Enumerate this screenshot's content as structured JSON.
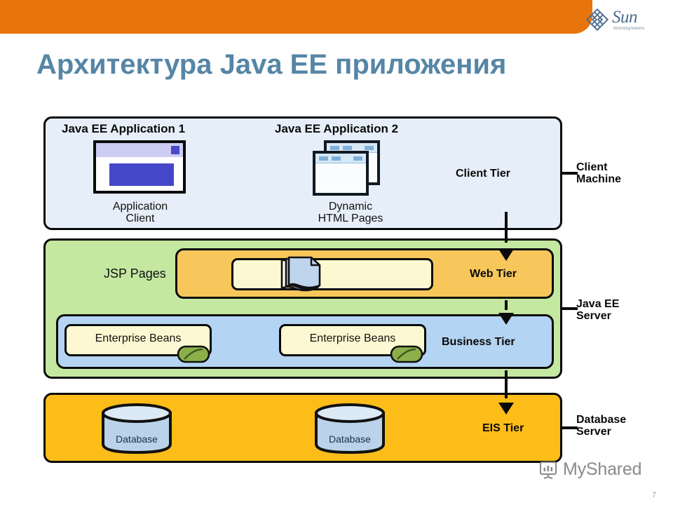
{
  "slide": {
    "title": "Архитектура Java EE приложения",
    "page_number": "7",
    "accent_orange": "#E8740C",
    "title_color": "#5686A6"
  },
  "brand": {
    "name": "Sun",
    "tagline": "microsystems",
    "logo_icon": "sun-logo-icon",
    "logo_color": "#4E6C91"
  },
  "diagram": {
    "applications": [
      {
        "heading": "Java EE Application 1"
      },
      {
        "heading": "Java EE Application 2"
      }
    ],
    "client_components": [
      {
        "icon": "application-window-icon",
        "caption": "Application\nClient"
      },
      {
        "icon": "browser-windows-icon",
        "caption": "Dynamic\nHTML Pages"
      }
    ],
    "tiers": [
      {
        "name": "Client Tier",
        "color": "#E6EFF9"
      },
      {
        "name": "Web Tier",
        "color": "#F7C75B"
      },
      {
        "name": "Business Tier",
        "color": "#B3D4F2"
      },
      {
        "name": "EIS Tier",
        "color": "#FDBD19"
      }
    ],
    "web_tier_component": {
      "label": "JSP Pages",
      "icon": "pages-stack-icon"
    },
    "business_components": [
      {
        "label": "Enterprise Beans",
        "icon": "coffee-bean-icon"
      },
      {
        "label": "Enterprise Beans",
        "icon": "coffee-bean-icon"
      }
    ],
    "eis_components": [
      {
        "label": "Database",
        "icon": "database-cylinder-icon"
      },
      {
        "label": "Database",
        "icon": "database-cylinder-icon"
      }
    ],
    "machines": [
      {
        "label": "Client\nMachine"
      },
      {
        "label": "Java EE\nServer"
      },
      {
        "label": "Database\nServer"
      }
    ],
    "server_container_color": "#C4E8A0"
  },
  "watermark": {
    "text": "MyShared",
    "icon": "presentation-chart-icon"
  }
}
